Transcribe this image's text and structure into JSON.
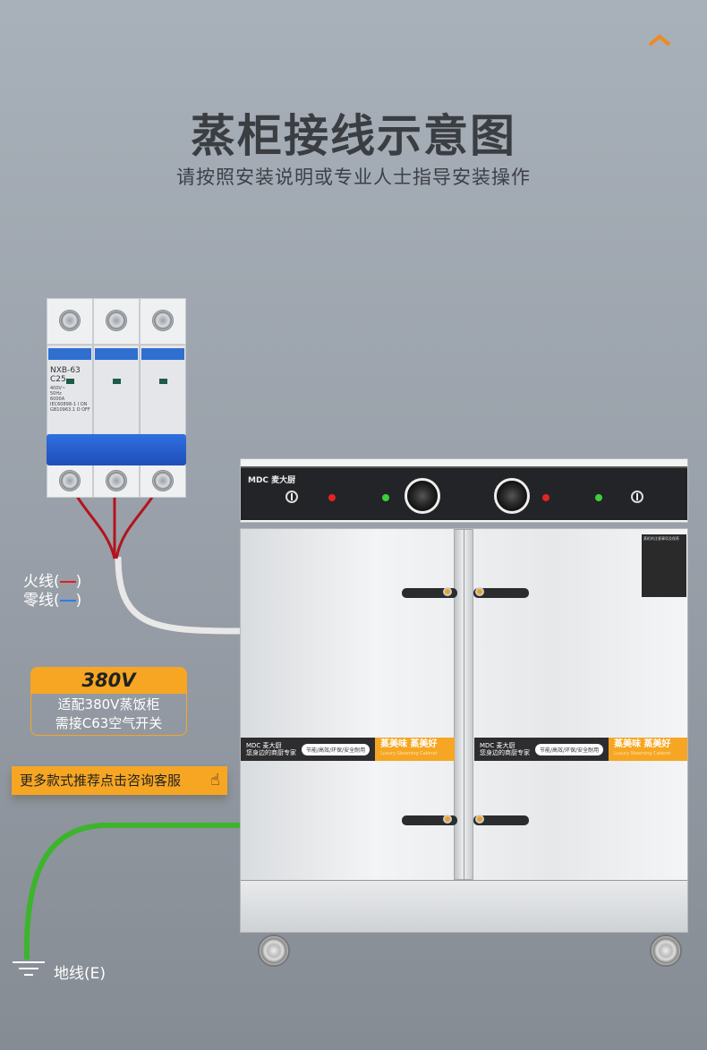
{
  "header": {
    "title": "蒸柜接线示意图",
    "subtitle": "请按照安装说明或专业人士指导安装操作",
    "scroll_top_icon": "chevron-up-icon"
  },
  "breaker": {
    "model": "NXB-63",
    "rating": "C25",
    "specs": [
      "400V~",
      "50Hz",
      "6000A",
      "IEC60898-1",
      "GB10963.1"
    ],
    "state_labels": [
      "I ON",
      "O OFF"
    ]
  },
  "legend": {
    "live_label": "火线(",
    "neutral_label": "零线(",
    "close_paren": ")",
    "live_color": "#e02020",
    "neutral_color": "#2a7bff"
  },
  "voltage_box": {
    "title": "380V",
    "line1": "适配380V蒸饭柜",
    "line2": "需接C63空气开关"
  },
  "more_button": {
    "label": "更多款式推荐点击咨询客服",
    "icon": "pointing-hand-icon"
  },
  "ground": {
    "label": "地线(E)",
    "icon": "ground-icon",
    "wire_color": "#3cb52c"
  },
  "cabinet": {
    "brand": "MDC 麦大厨",
    "band": {
      "brand": "MDC 麦大厨",
      "tagline": "您身边的商厨专家",
      "features": "节能/高效/环保/安全耐用",
      "slogan": "蒸美味 蒸美好",
      "slogan_en": "Luxury Steaming Cabinet"
    },
    "notice_title": "蒸柜的注意事项及保养"
  },
  "colors": {
    "accent": "#f6a623",
    "title": "#3a3d42"
  }
}
